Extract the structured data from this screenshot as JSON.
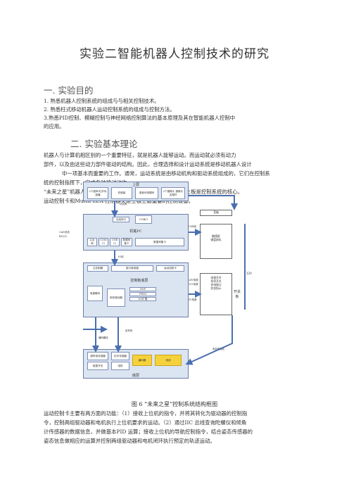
{
  "title": "实验二智能机器人控制技术的研究",
  "sections": [
    {
      "heading": "一. 实验目的"
    },
    {
      "heading": "二. 实验基本理论"
    }
  ],
  "purpose_lines": [
    "1. 熟悉机器人控制系统的组成与与相关控制技术。",
    "2. 熟悉枉式移动机器人运动控制系统的组成与控制方法。",
    "3.熟悉PID控制、模糊控制与神经网络控制算法的基本原理及其在智能机器人控制中",
    "的应用。"
  ],
  "theory_lines": [
    "机器人与计算机相区别的一个重要特征，就是机器人能够运动。而运动就必须有动力",
    "部件，以及由这些动力部件驱动的结构。因此，合理选择和设计运动系统是移动机器人设计",
    "中一项基本而重要的工作。通常，运动系统是由移动机构和驱动系统组成的，它们在控制系",
    "统的控制指挥下，完成各种移动动作。",
    "“未来之星”机器人控制系统结构如图 6 所示。其中，控制系统主板是控制系统的核心。",
    "运动控制卡和MultiFLEX 控制器又是主板上最重要的控制设备。"
  ],
  "diagram": {
    "top_title": "上层",
    "top_cells": [
      "2个超声/红外传感器",
      "机械臂",
      "语音识别模块",
      "2个摄像头 摄像头支撑杆"
    ],
    "pc_title": "机载PC",
    "pc_cells": [
      "无线网卡",
      "以太网",
      "COM口",
      "USB口",
      "数据采集卡"
    ],
    "main_title": "控制板底层",
    "main_cells": [
      "主控制器",
      "接口板电路",
      "运动控制卡",
      "电源模块",
      "电机驱动器",
      "DSP",
      "PWM",
      "I/O扩展"
    ],
    "bottom_title": "底层",
    "bottom_cells": [
      "超声波传感器",
      "红外传感器",
      "碰撞开关",
      "电机",
      "编码器",
      "电池"
    ],
    "right_top_cells": [
      "音箱",
      "触摸屏",
      "键盘鼠标"
    ],
    "right_mid_title": "开关板",
    "right_mid_cells": [
      "电源开关",
      "急停开关",
      "充电接口",
      "状态指示"
    ],
    "labels": [
      "以太网",
      "USB线",
      "CAN总线",
      "RS232",
      "24V电源",
      "12V电源",
      "5V电源",
      "IO线",
      "信号线",
      "电机电源线",
      "编码器线"
    ]
  },
  "caption": "图 6 “未来之星”控制系统结构框图",
  "after_lines": [
    "运动控制卡主要有两方面的功能：（1）接收上位机的指令，并将其转化为驱动器的控制指",
    "令，控制两组驱动器和电机执行上位机要求的运动。（2）通过IIC 总线查询陀螺仪和倾角",
    "计传感器的数据信息，并做基本PID 运算；接收上位机的导航控制指令，结合姿态传感器的",
    "姿态信息做相应的运算并控制两组驱动器和电机闭环执行预定的轨迹运动。"
  ]
}
